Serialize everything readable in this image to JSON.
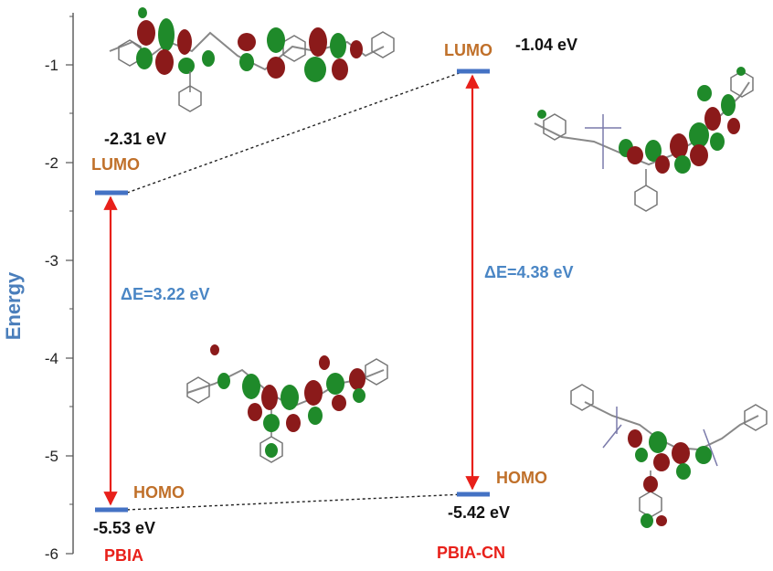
{
  "axis": {
    "title": "Energy",
    "ticks": [
      "-1",
      "-2",
      "-3",
      "-4",
      "-5",
      "-6"
    ]
  },
  "compounds": [
    {
      "name": "PBIA",
      "lumo_label": "LUMO",
      "lumo_value": "-2.31 eV",
      "homo_label": "HOMO",
      "homo_value": "-5.53 eV",
      "gap_label": "ΔE=3.22 eV"
    },
    {
      "name": "PBIA-CN",
      "lumo_label": "LUMO",
      "lumo_value": "-1.04 eV",
      "homo_label": "HOMO",
      "homo_value": "-5.42 eV",
      "gap_label": "ΔE=4.38 eV"
    }
  ],
  "colors": {
    "axis_title": "#4a7ebb",
    "level_bar": "#4472c4",
    "level_label": "#c0702a",
    "gap_label": "#4a86c5",
    "arrow": "#e8201a",
    "compound_name": "#e8201a",
    "orbital_red": "#8b1a1a",
    "orbital_green": "#1f8a2a"
  }
}
